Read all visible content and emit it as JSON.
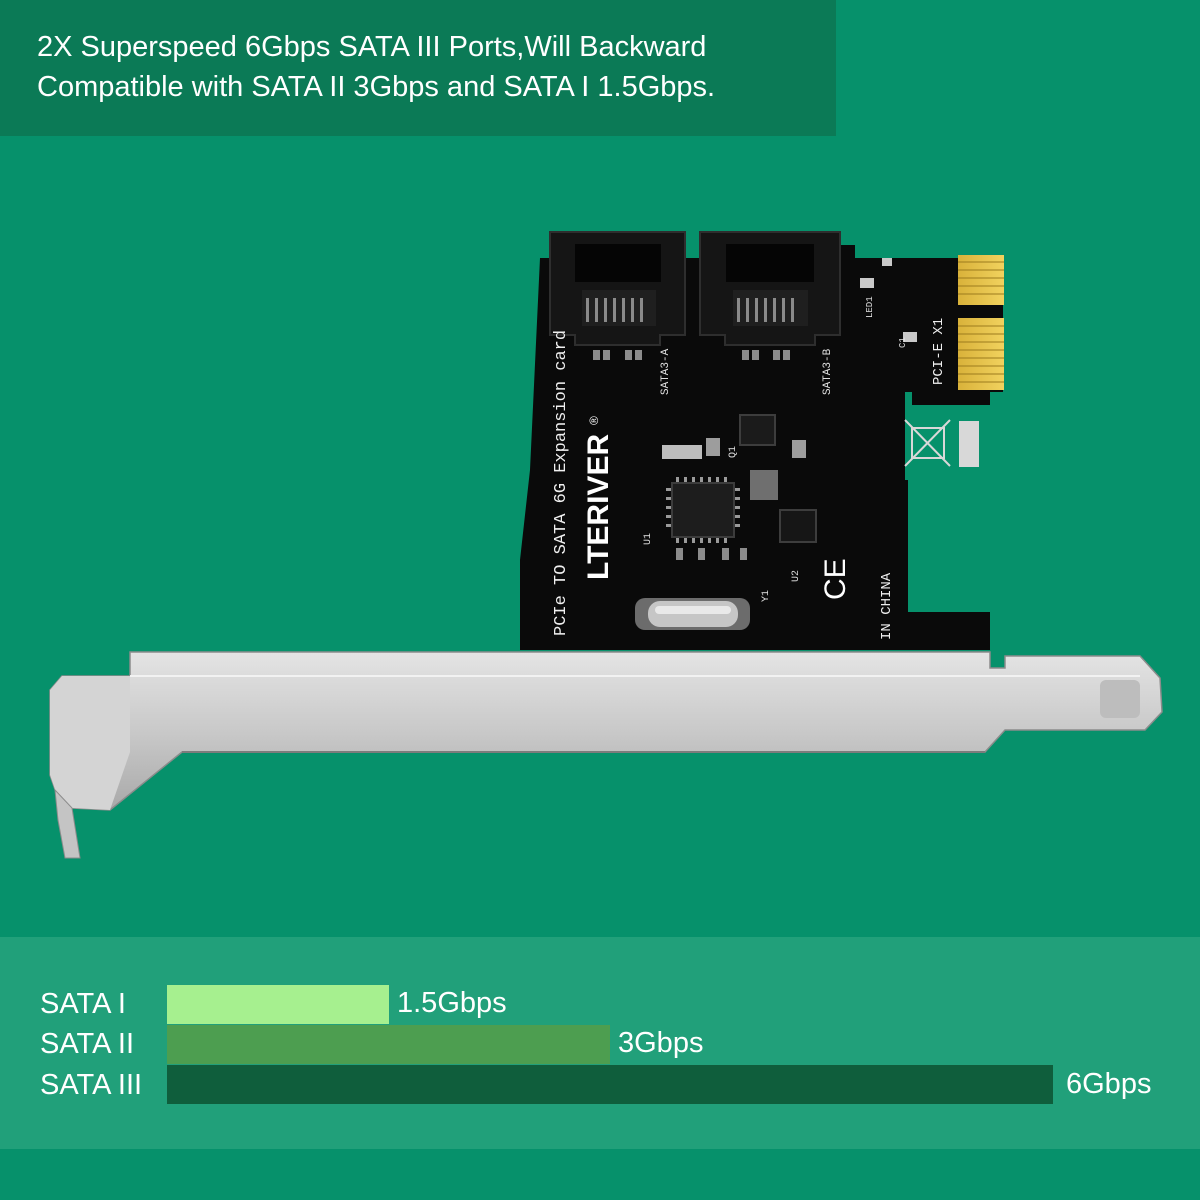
{
  "headline": {
    "line1": "2X Superspeed 6Gbps SATA III Ports,Will Backward",
    "line2": "Compatible with SATA II 3Gbps and SATA I 1.5Gbps."
  },
  "board": {
    "brand": "LTERIVER",
    "registered_mark": "®",
    "description": "PCIe TO SATA 6G Expansion card",
    "origin": "IN CHINA",
    "interface": "PCI-E X1",
    "port_a_label": "SATA3-A",
    "port_b_label": "SATA3-B",
    "ce_mark": "CE",
    "led_label": "LED1",
    "chip_u1": "U1",
    "chip_u2": "U2",
    "crystal_y1": "Y1",
    "q1": "Q1",
    "c1": "C1"
  },
  "speeds": {
    "unit_max": 6,
    "rows": [
      {
        "label": "SATA I",
        "value_text": "1.5Gbps",
        "gbps": 1.5,
        "color": "#a6f08f"
      },
      {
        "label": "SATA II",
        "value_text": "3Gbps",
        "gbps": 3,
        "color": "#4d9e50"
      },
      {
        "label": "SATA III",
        "value_text": "6Gbps",
        "gbps": 6,
        "color": "#0f5e3c"
      }
    ]
  },
  "colors": {
    "background": "#06916b",
    "headline_box": "#0b7a56",
    "speed_panel": "#21a07a"
  }
}
